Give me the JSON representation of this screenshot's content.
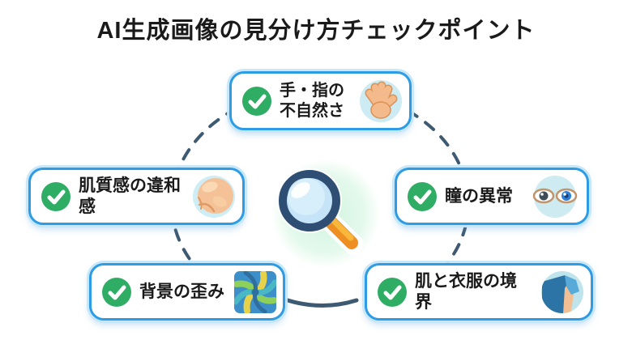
{
  "title": "AI生成画像の見分け方チェックポイント",
  "checkpoints": [
    {
      "id": "hands",
      "label": "手・指の\n不自然さ",
      "icon": "hand-icon"
    },
    {
      "id": "skin",
      "label": "肌質感の違和感",
      "icon": "skin-texture-icon"
    },
    {
      "id": "eyes",
      "label": "瞳の異常",
      "icon": "eyes-icon"
    },
    {
      "id": "background",
      "label": "背景の歪み",
      "icon": "swirl-icon"
    },
    {
      "id": "clothing",
      "label": "肌と衣服の境界",
      "icon": "clothing-boundary-icon"
    }
  ],
  "center": {
    "icon": "magnifying-glass-icon"
  },
  "colors": {
    "box_border": "#2e9be5",
    "box_halo": "#c5e7fa",
    "check_green": "#2fad64",
    "dash_line": "#3d5a72",
    "magnifier_ring": "#2f4e74",
    "magnifier_lens": "#c6e4f7",
    "magnifier_handle": "#f39c2b",
    "glow_mint": "#cef4dd",
    "icon_bg_cyan": "#cdebf2",
    "skin_tone": "#f5c197",
    "title_text": "#1a1a1a"
  }
}
